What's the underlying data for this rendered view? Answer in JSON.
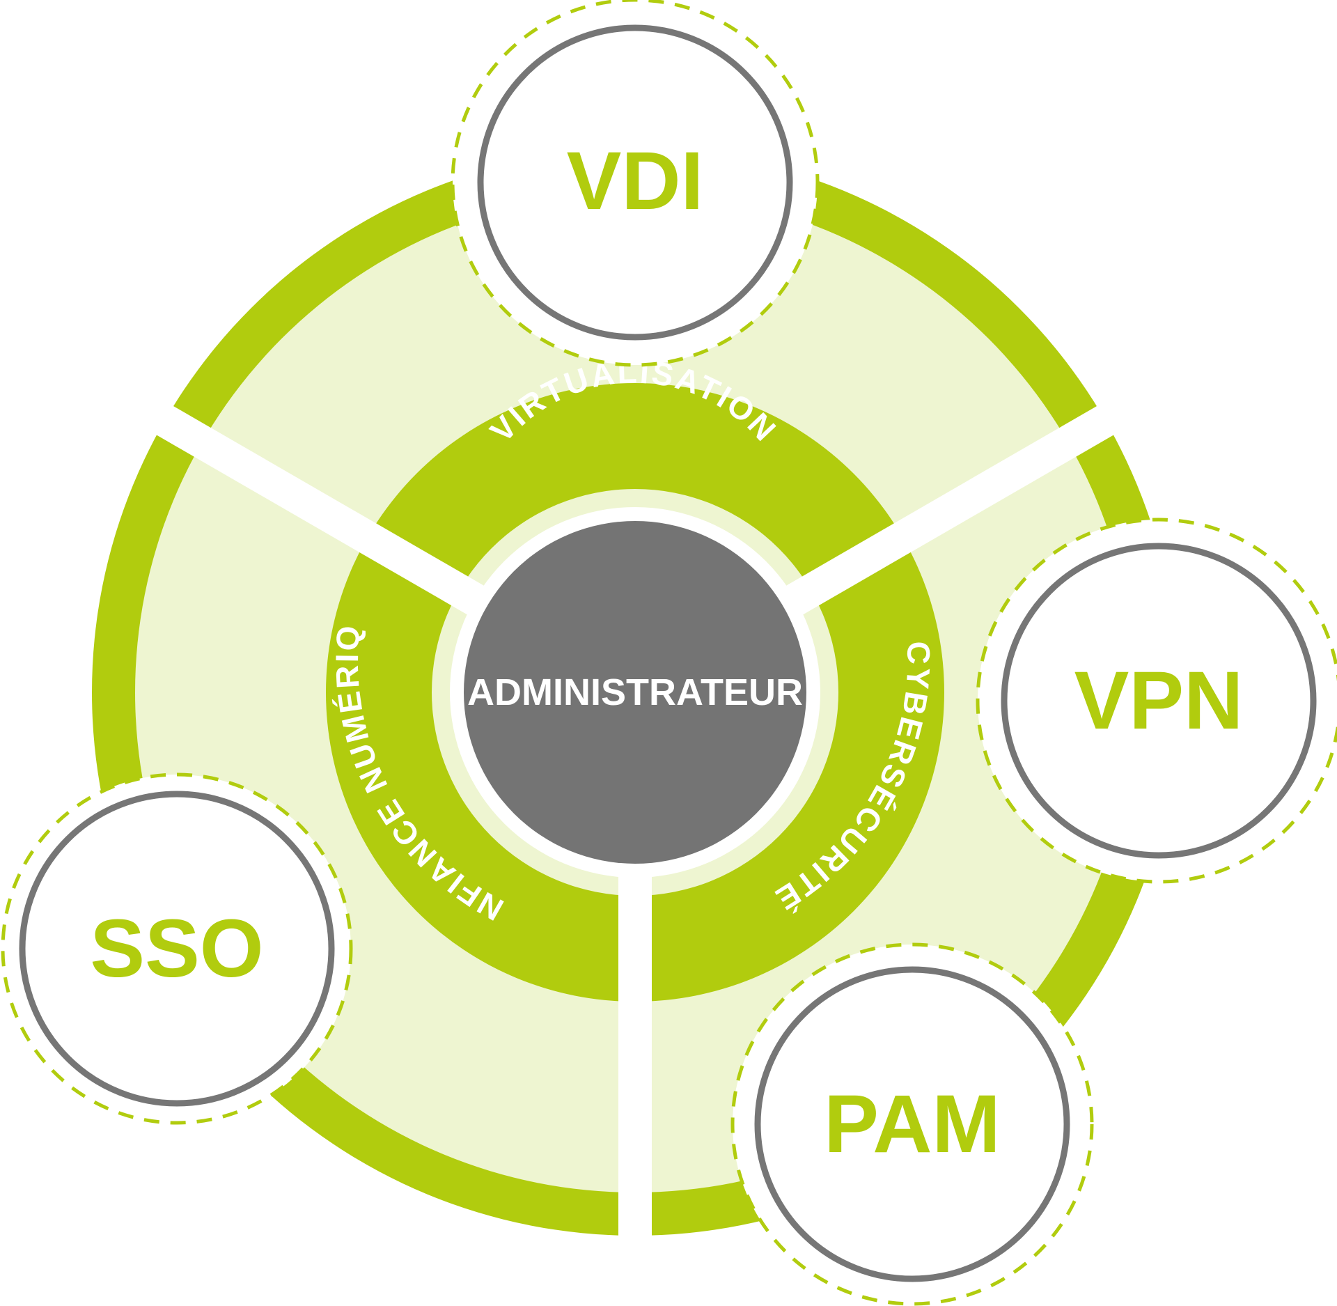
{
  "colors": {
    "green": "#B1CC0E",
    "pale_green": "#EEF5D1",
    "gray": "#747474",
    "node_ring": "#767676",
    "white": "#FFFFFF"
  },
  "center": {
    "label": "ADMINISTRATEUR"
  },
  "segments": [
    {
      "id": "virtualisation",
      "label": "VIRTUALISATION"
    },
    {
      "id": "cybersecurite",
      "label": "CYBERSÉCURITÉ"
    },
    {
      "id": "confiance",
      "label": "CONFIANCE NUMÉRIQUE"
    }
  ],
  "nodes": [
    {
      "id": "vdi",
      "label": "VDI"
    },
    {
      "id": "vpn",
      "label": "VPN"
    },
    {
      "id": "pam",
      "label": "PAM"
    },
    {
      "id": "sso",
      "label": "SSO"
    }
  ]
}
